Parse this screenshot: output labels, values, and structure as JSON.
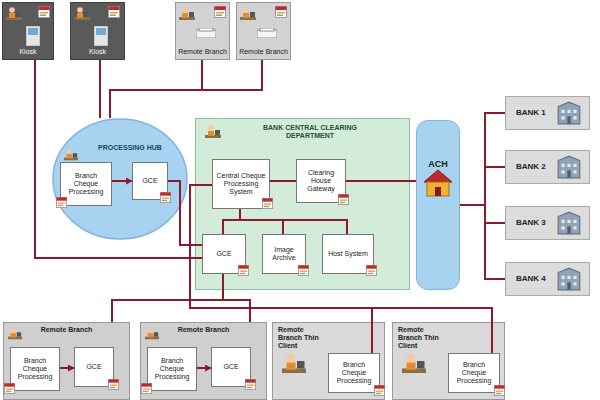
{
  "diagram": {
    "nodes": [
      {
        "text": [
          "Kiosk"
        ]
      },
      {
        "text": [
          "Kiosk"
        ]
      },
      {
        "text": [
          "Remote Branch"
        ]
      },
      {
        "text": [
          "Remote Branch"
        ]
      },
      {
        "text": [
          "PROCESSING HUB"
        ]
      },
      {
        "text": [
          "Branch Cheque Processing"
        ],
        "in": 4
      },
      {
        "text": [
          "GCE"
        ],
        "in": 4
      },
      {
        "text": [
          "BANK CENTRAL CLEARING DEPARTMENT"
        ]
      },
      {
        "text": [
          "Central Cheque Processing System"
        ],
        "in": 7
      },
      {
        "text": [
          "Clearing House Gateway"
        ],
        "in": 7
      },
      {
        "text": [
          "GCE"
        ],
        "in": 7
      },
      {
        "text": [
          "Image Archive"
        ],
        "in": 7
      },
      {
        "text": [
          "Host System"
        ],
        "in": 7
      },
      {
        "text": [
          "ACH"
        ]
      },
      {
        "text": [
          "BANK 1"
        ]
      },
      {
        "text": [
          "BANK 2"
        ]
      },
      {
        "text": [
          "BANK 3"
        ]
      },
      {
        "text": [
          "BANK 4"
        ]
      },
      {
        "text": [
          "Remote Branch"
        ]
      },
      {
        "text": [
          "Branch Cheque Processing"
        ],
        "in": 18
      },
      {
        "text": [
          "GCE"
        ],
        "in": 18
      },
      {
        "text": [
          "Remote Branch"
        ]
      },
      {
        "text": [
          "Branch Cheque Processing"
        ],
        "in": 21
      },
      {
        "text": [
          "GCE"
        ],
        "in": 21
      },
      {
        "text": [
          "Remote Branch Thin Client"
        ]
      },
      {
        "text": [
          "Branch Cheque Processing"
        ],
        "in": 24
      },
      {
        "text": [
          "Remote Branch Thin Client"
        ]
      },
      {
        "text": [
          "Branch Cheque Processing"
        ],
        "in": 26
      }
    ],
    "edges": [
      {
        "from": 0,
        "to": 10,
        "arrow": "none"
      },
      {
        "from": 1,
        "to": 4,
        "arrow": "none"
      },
      {
        "from": 2,
        "to": 4,
        "arrow": "none"
      },
      {
        "from": 3,
        "to": 4,
        "arrow": "none"
      },
      {
        "from": 5,
        "to": 6,
        "arrow": "to"
      },
      {
        "from": 6,
        "to": 10,
        "arrow": "none"
      },
      {
        "from": 8,
        "to": 9,
        "arrow": "none"
      },
      {
        "from": 8,
        "to": 10,
        "arrow": "none"
      },
      {
        "from": 8,
        "to": 11,
        "arrow": "none"
      },
      {
        "from": 8,
        "to": 12,
        "arrow": "none"
      },
      {
        "from": 9,
        "to": 13,
        "arrow": "none"
      },
      {
        "from": 13,
        "to": 14,
        "arrow": "none"
      },
      {
        "from": 13,
        "to": 15,
        "arrow": "none"
      },
      {
        "from": 13,
        "to": 16,
        "arrow": "none"
      },
      {
        "from": 13,
        "to": 17,
        "arrow": "none"
      },
      {
        "from": 19,
        "to": 20,
        "arrow": "to"
      },
      {
        "from": 22,
        "to": 23,
        "arrow": "to"
      },
      {
        "from": 10,
        "to": 18,
        "arrow": "none"
      },
      {
        "from": 10,
        "to": 21,
        "arrow": "none"
      },
      {
        "from": 8,
        "to": 25,
        "arrow": "none"
      },
      {
        "from": 8,
        "to": 27,
        "arrow": "none"
      }
    ]
  }
}
